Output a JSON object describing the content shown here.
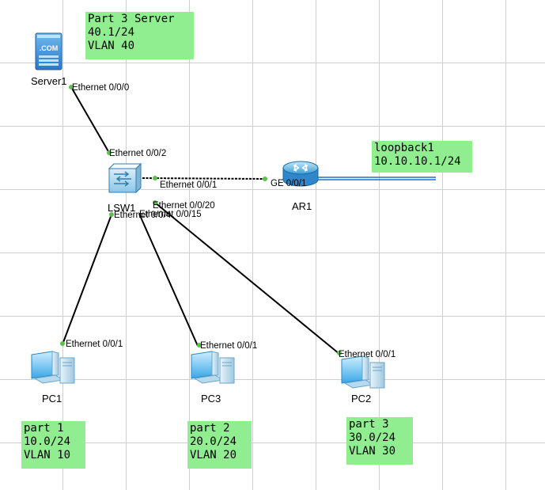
{
  "devices": {
    "server": {
      "name": "Server1",
      "icon": "server-icon",
      "badge": ".COM"
    },
    "switch": {
      "name": "LSW1",
      "icon": "switch-icon"
    },
    "router": {
      "name": "AR1",
      "icon": "router-icon"
    },
    "pc1": {
      "name": "PC1",
      "icon": "pc-icon"
    },
    "pc3": {
      "name": "PC3",
      "icon": "pc-icon"
    },
    "pc2": {
      "name": "PC2",
      "icon": "pc-icon"
    }
  },
  "ports": {
    "server_e000": "Ethernet 0/0/0",
    "sw_e002": "Ethernet 0/0/2",
    "sw_e001": "Ethernet 0/0/1",
    "sw_e0020": "Ethernet 0/0/20",
    "sw_e0015": "Ethernet 0/0/15",
    "sw_e004": "Ethernet 0/0/4",
    "router_ge001": "GE 0/0/1",
    "pc1_e001": "Ethernet 0/0/1",
    "pc3_e001": "Ethernet 0/0/1",
    "pc2_e001": "Ethernet 0/0/1"
  },
  "notes": {
    "server": [
      "Part 3 Server",
      "40.1/24",
      "VLAN 40"
    ],
    "loopback": [
      "loopback1",
      "10.10.10.1/24"
    ],
    "pc1": [
      "part 1",
      "10.0/24",
      "VLAN 10"
    ],
    "pc3": [
      "part 2",
      "20.0/24",
      "VLAN 20"
    ],
    "pc2": [
      "part 3",
      "30.0/24",
      "VLAN 30"
    ]
  },
  "colors": {
    "note_bg": "#90ee90",
    "link": "#000000",
    "port_dot": "#5cc04c",
    "loopback_line": "#1e6fc8"
  }
}
